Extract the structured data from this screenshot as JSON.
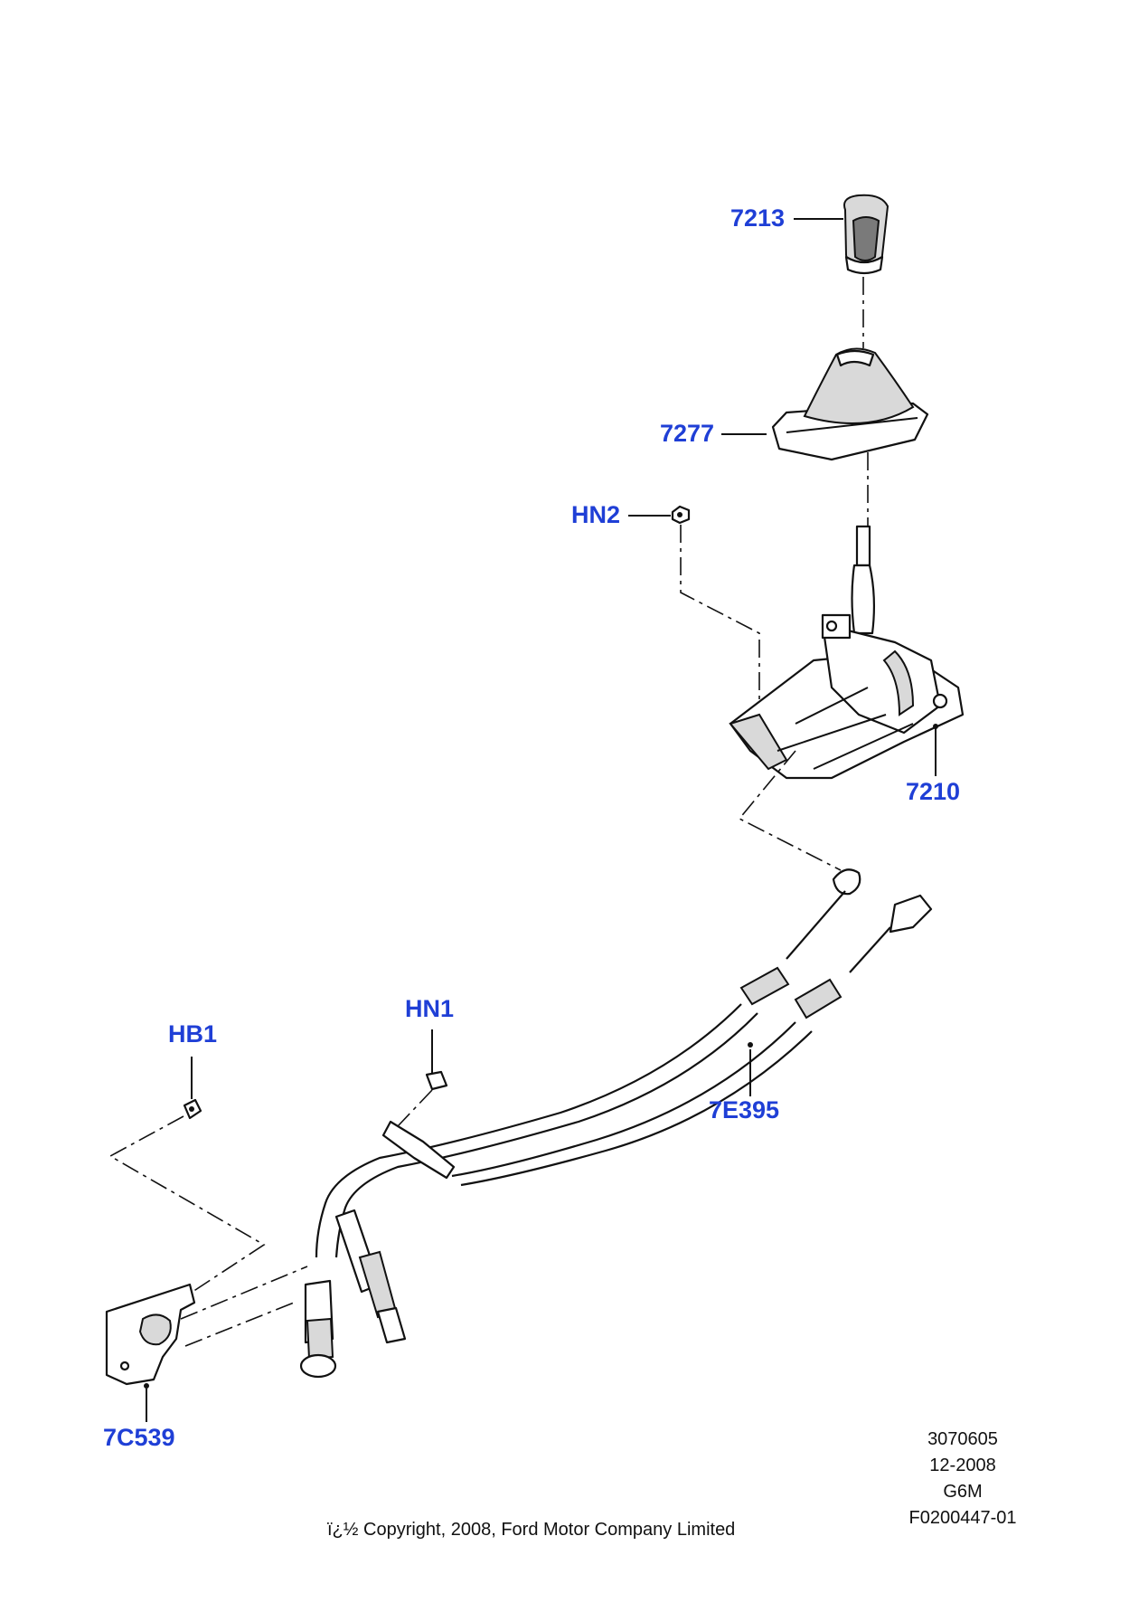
{
  "callouts": {
    "knob": "7213",
    "boot": "7277",
    "nut_hn2": "HN2",
    "shifter": "7210",
    "hn1": "HN1",
    "hb1": "HB1",
    "cables": "7E395",
    "bracket": "7C539"
  },
  "meta": {
    "ref": "3070605",
    "date": "12-2008",
    "code": "G6M",
    "figure": "F0200447-01"
  },
  "copyright": "ï¿½ Copyright, 2008, Ford Motor Company Limited",
  "colors": {
    "callout": "#1f3fd6",
    "line": "#111111"
  }
}
